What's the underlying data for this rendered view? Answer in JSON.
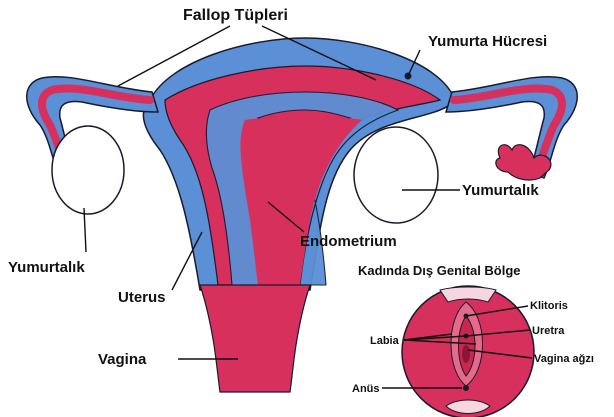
{
  "labels": {
    "fallopian_tubes": "Fallop Tüpleri",
    "egg_cell": "Yumurta Hücresi",
    "ovary_right": "Yumurtalık",
    "ovary_left": "Yumurtalık",
    "endometrium": "Endometrium",
    "uterus": "Uterus",
    "vagina": "Vagina"
  },
  "inset": {
    "title": "Kadında Dış Genital Bölge",
    "clitoris": "Klitoris",
    "urethra": "Uretra",
    "labia": "Labia",
    "vaginal_opening": "Vagina ağzı",
    "anus": "Anüs"
  },
  "colors": {
    "tissue_red": "#d7305c",
    "tissue_blue": "#5b8fd6",
    "outline": "#1a1a2e",
    "ovary_fill": "#ffffff"
  }
}
